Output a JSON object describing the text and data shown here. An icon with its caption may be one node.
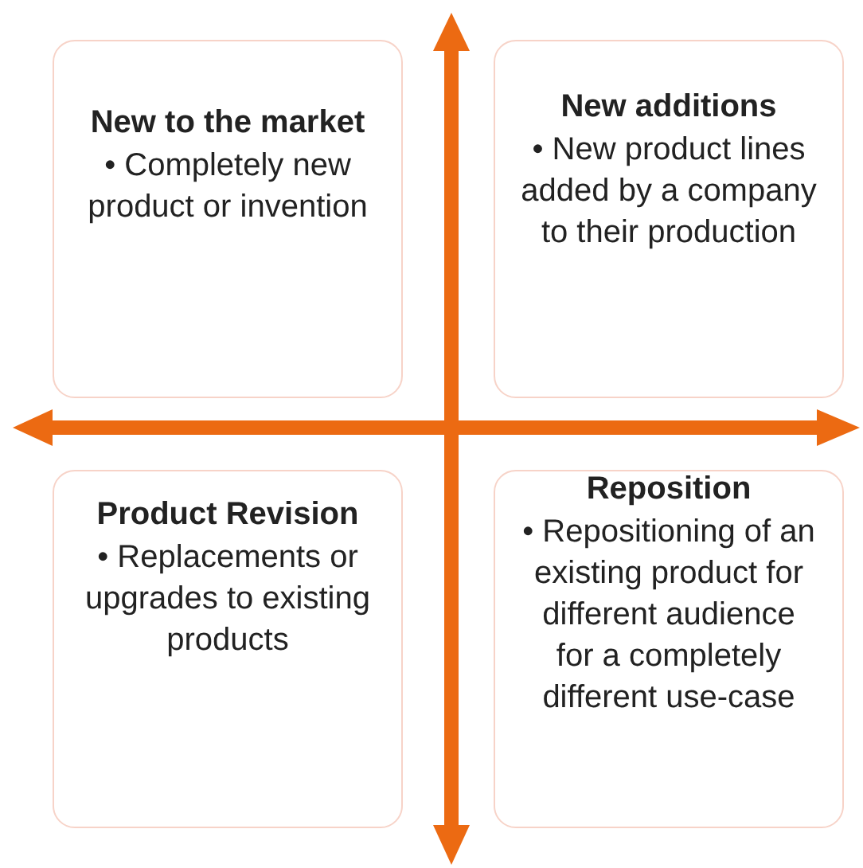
{
  "diagram": {
    "nodes": [
      {
        "text": [
          "New to the market",
          "• Completely new product or invention"
        ]
      },
      {
        "text": [
          "New additions",
          "• New product lines added by a company to their production"
        ]
      },
      {
        "text": [
          "Product Revision",
          "• Replacements or upgrades to existing products"
        ]
      },
      {
        "text": [
          "Reposition",
          "• Repositioning of an existing product for different audience for a completely different use-case"
        ]
      }
    ]
  }
}
